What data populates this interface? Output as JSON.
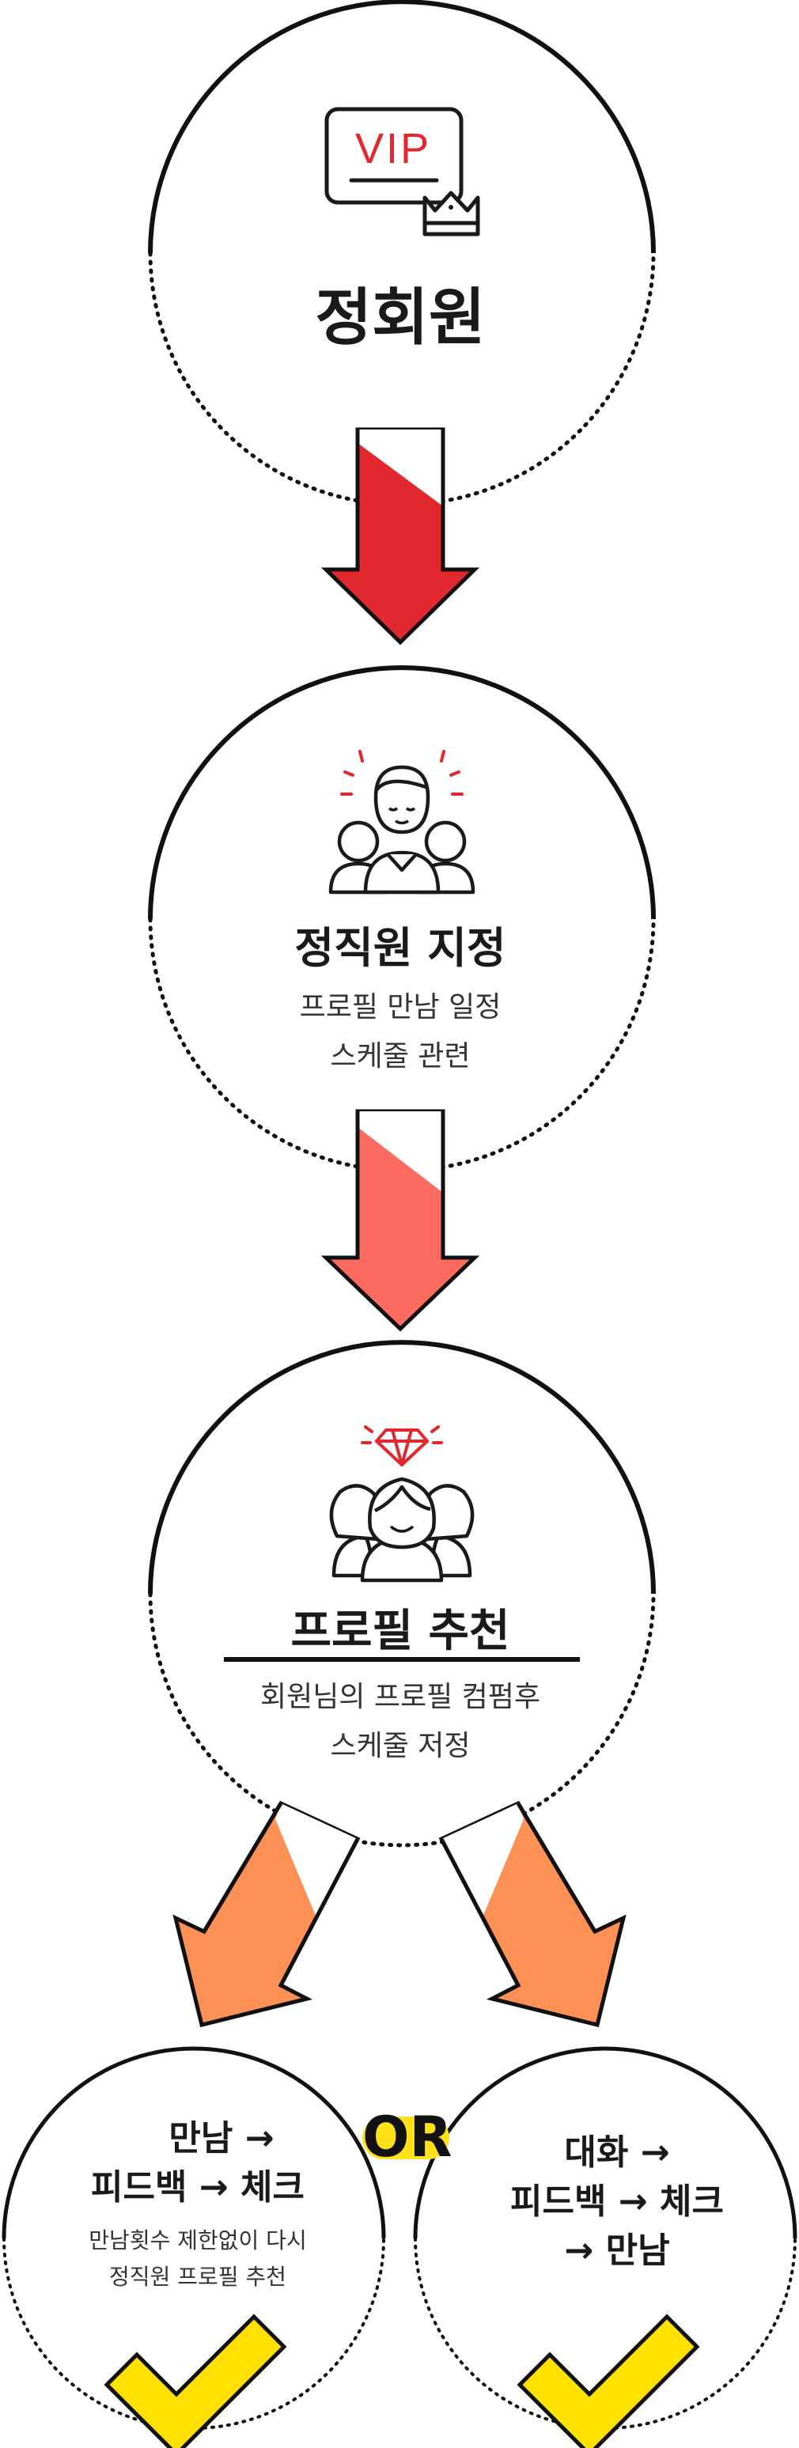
{
  "colors": {
    "stroke": "#111111",
    "arrow1": "#e1282f",
    "arrow2": "#fb6b5f",
    "arrow3": "#fd9155",
    "icon_accent": "#e1282f",
    "or_badge": "#ffe119",
    "check": "#ffe100"
  },
  "icons": {
    "step1": "vip-card-crown-icon",
    "step2": "person-group-sparkle-icon",
    "step3": "women-group-diamond-icon",
    "result": "check-mark-icon"
  },
  "step1": {
    "badge": "VIP",
    "title": "정회원"
  },
  "step2": {
    "title": "정직원 지정",
    "desc_line1": "프로필 만남 일정",
    "desc_line2": "스케줄 관련"
  },
  "step3": {
    "title": "프로필 추천",
    "desc_line1": "회원님의 프로필 컴펌후",
    "desc_line2": "스케줄 저정"
  },
  "option_left": {
    "line1": "만남 →",
    "line2": "피드백 → 체크",
    "desc_line1": "만남횟수 제한없이 다시",
    "desc_line2": "정직원 프로필 추천"
  },
  "separator": "OR",
  "option_right": {
    "line1": "대화 →",
    "line2": "피드백 → 체크",
    "line3": "→ 만남"
  }
}
